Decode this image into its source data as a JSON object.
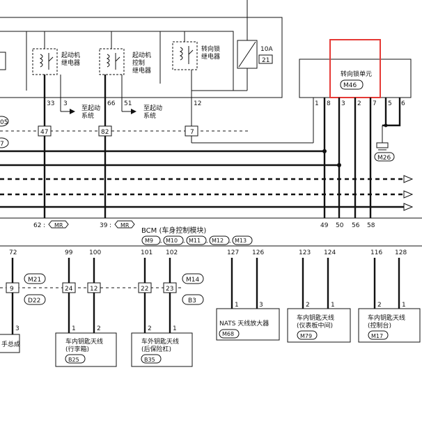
{
  "top": {
    "fuse": {
      "label": "10A",
      "number": "21"
    },
    "relay_starter": "起动机\n继电器",
    "relay_starter_ctrl": "起动机\n控制\n继电器",
    "relay_steering": "转向锁\n继电器",
    "to_start_system": "至起动\n系统",
    "pins": [
      "33",
      "3",
      "66",
      "51",
      "12"
    ],
    "junction_labels": [
      "47",
      "82",
      "7"
    ],
    "left_circles": [
      "05",
      "7"
    ]
  },
  "steering_unit": {
    "title": "转向锁单元",
    "code": "M46",
    "pins": [
      "1",
      "8",
      "3",
      "2",
      "7",
      "5",
      "6"
    ],
    "ground_code": "M26",
    "highlight_color": "#e53935"
  },
  "bus": {
    "bottom_pins": [
      "49",
      "50",
      "56",
      "58"
    ],
    "mr_refs": [
      {
        "num": "62",
        "tag": "MR"
      },
      {
        "num": "39",
        "tag": "MR"
      }
    ]
  },
  "bcm": {
    "title": "BCM (车身控制模块)",
    "codes": [
      "M9",
      "M10",
      "M11",
      "M12",
      "M13"
    ],
    "pins": [
      "72",
      "99",
      "100",
      "101",
      "102",
      "127",
      "126",
      "123",
      "124",
      "116",
      "128"
    ]
  },
  "lower": {
    "conn_left": [
      "9",
      "24",
      "12",
      "22",
      "23"
    ],
    "codes_left": [
      "M21",
      "D22"
    ],
    "codes_right": [
      "M14",
      "B3"
    ],
    "pin3": "3",
    "partial_label": "手总成",
    "antenna_trunk": {
      "pins": [
        "1",
        "2"
      ],
      "label": "车内钥匙天线\n(行李箱)",
      "code": "B25"
    },
    "antenna_rear": {
      "pins": [
        "2",
        "1"
      ],
      "label": "车外钥匙天线\n(后保险杠)",
      "code": "B35"
    },
    "nats": {
      "pins": [
        "1",
        "3"
      ],
      "label": "NATS 天线放大器",
      "code": "M68"
    },
    "antenna_dash": {
      "pins": [
        "2",
        "1"
      ],
      "label": "车内钥匙天线\n(仪表板中间)",
      "code": "M79"
    },
    "antenna_console": {
      "pins": [
        "2",
        "1"
      ],
      "label": "车内钥匙天线\n(控制台)",
      "code": "M17"
    }
  }
}
